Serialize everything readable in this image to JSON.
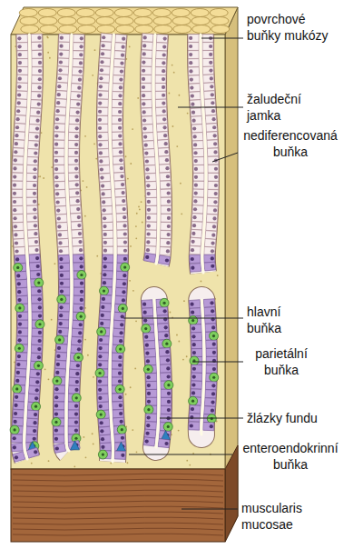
{
  "diagram": {
    "labels": [
      "povrchové buňky mukózy",
      "žaludeční jamka",
      "nediferencovaná buňka",
      "hlavní buňka",
      "parietální buňka",
      "žlázky fundu",
      "enteroendokrinní buňka",
      "muscularis mucosae"
    ]
  }
}
